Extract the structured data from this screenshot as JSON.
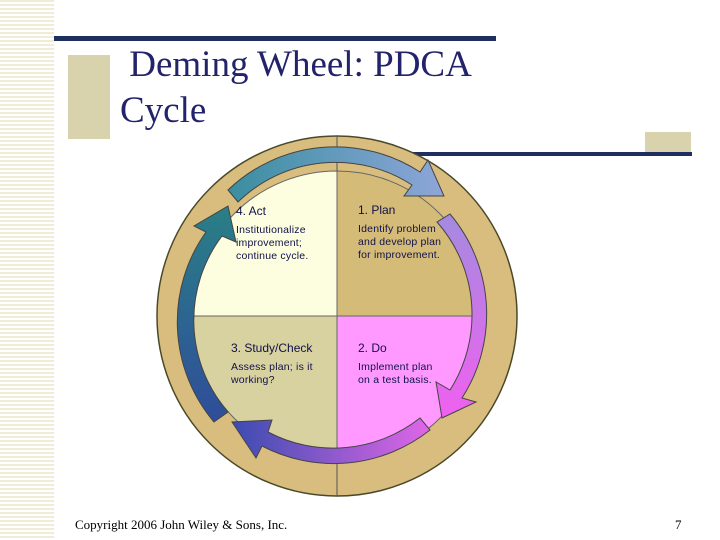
{
  "slide": {
    "title": " Deming Wheel: PDCA\nCycle",
    "footer": "Copyright 2006 John Wiley & Sons, Inc.",
    "page_number": "7"
  },
  "quadrants": [
    {
      "id": "act",
      "heading": "4. Act",
      "body": "Institutionalize improvement; continue cycle.",
      "color": "#fdfde0"
    },
    {
      "id": "plan",
      "heading": "1. Plan",
      "body": "Identify problem and develop plan for improvement.",
      "color": "#d4bc78"
    },
    {
      "id": "check",
      "heading": "3. Study/Check",
      "body": "Assess plan; is it working?",
      "color": "#d8d2a0"
    },
    {
      "id": "do",
      "heading": "2. Do",
      "body": "Implement plan on a test basis.",
      "color": "#ff99ff"
    }
  ],
  "colors": {
    "outer_ring": "#d8bd7e",
    "arrow_top": "#5f93b3",
    "arrow_right": "#d36fe3",
    "arrow_bottom": "#8c43c4",
    "arrow_left": "#2e6f83",
    "title": "#22236a",
    "accent_bar": "#1f2f5f"
  }
}
